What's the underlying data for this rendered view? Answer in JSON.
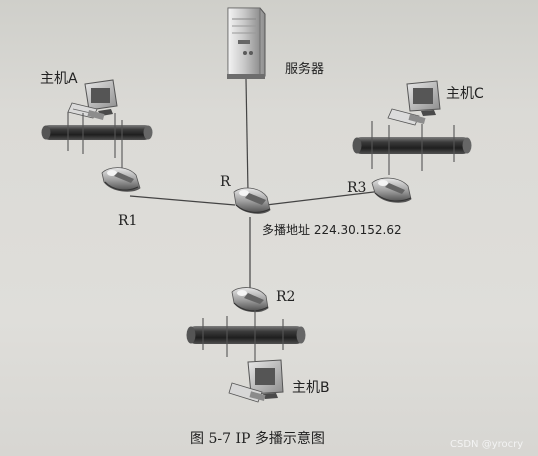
{
  "labels": {
    "server": "服务器",
    "host_a": "主机A",
    "host_b": "主机B",
    "host_c": "主机C",
    "router_r": "R",
    "router_r1": "R1",
    "router_r2": "R2",
    "router_r3": "R3",
    "multicast": "多播地址 224.30.152.62"
  },
  "caption": "图 5-7   IP 多播示意图",
  "watermark": "CSDN @yrocry"
}
